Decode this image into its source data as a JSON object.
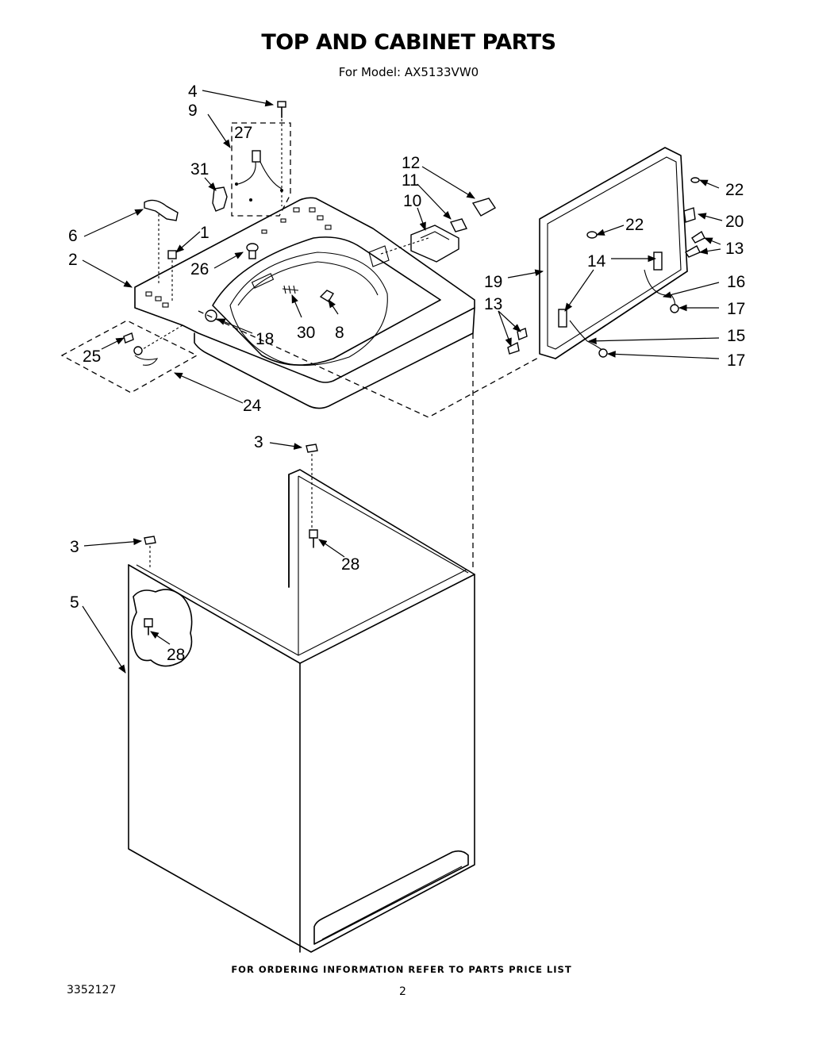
{
  "title": "TOP AND CABINET PARTS",
  "subtitle": "For Model: AX5133VW0",
  "footer_note": "FOR ORDERING INFORMATION REFER TO PARTS PRICE LIST",
  "doc_number": "3352127",
  "page_number": "2",
  "callouts": {
    "c1": "1",
    "c2": "2",
    "c3a": "3",
    "c3b": "3",
    "c4": "4",
    "c5": "5",
    "c6": "6",
    "c8": "8",
    "c9": "9",
    "c10": "10",
    "c11": "11",
    "c12": "12",
    "c13a": "13",
    "c13b": "13",
    "c14": "14",
    "c15": "15",
    "c16": "16",
    "c17a": "17",
    "c17b": "17",
    "c18": "18",
    "c19": "19",
    "c20": "20",
    "c22a": "22",
    "c22b": "22",
    "c24": "24",
    "c25": "25",
    "c26": "26",
    "c27": "27",
    "c28a": "28",
    "c28b": "28",
    "c30": "30",
    "c31": "31"
  }
}
